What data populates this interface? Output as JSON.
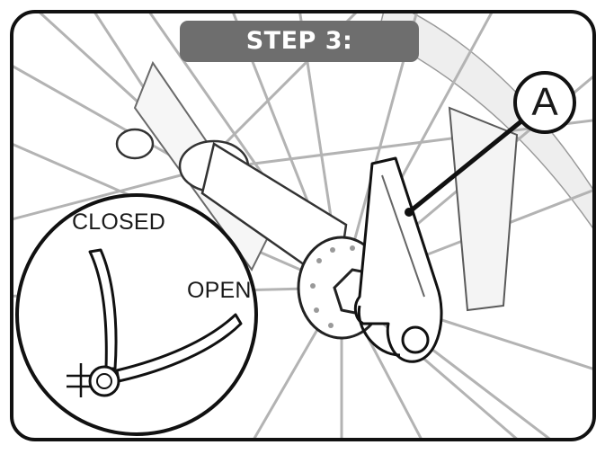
{
  "step_title": "STEP 3:",
  "callout_letter": "A",
  "inset": {
    "closed_label": "CLOSED",
    "open_label": "OPEN"
  }
}
